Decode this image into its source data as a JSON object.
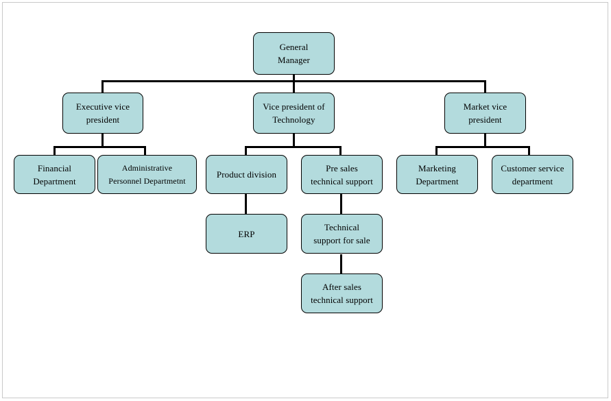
{
  "diagram": {
    "title": "Organizational structure chart",
    "box_fill_color": "#b3dbdd",
    "box_border_color": "#000000",
    "connector_color": "#000000",
    "background_color": "#ffffff",
    "levels": 5,
    "nodes": [
      {
        "id": "general-manager",
        "label": "General\nManager",
        "level": 1,
        "parent": null
      },
      {
        "id": "executive-vice-president",
        "label": "Executive vice\npresident",
        "level": 2,
        "parent": "general-manager"
      },
      {
        "id": "vice-president-of-technology",
        "label": "Vice president of\nTechnology",
        "level": 2,
        "parent": "general-manager"
      },
      {
        "id": "market-vice-president",
        "label": "Market vice\npresident",
        "level": 2,
        "parent": "general-manager"
      },
      {
        "id": "financial-department",
        "label": "Financial\nDepartment",
        "level": 3,
        "parent": "executive-vice-president"
      },
      {
        "id": "administrative-personnel-department",
        "label": "Administrative\nPersonnel Departmetnt",
        "level": 3,
        "parent": "executive-vice-president"
      },
      {
        "id": "product-division",
        "label": "Product division",
        "level": 3,
        "parent": "vice-president-of-technology"
      },
      {
        "id": "pre-sales-technical-support",
        "label": "Pre sales\ntechnical support",
        "level": 3,
        "parent": "vice-president-of-technology"
      },
      {
        "id": "marketing-department",
        "label": "Marketing\nDepartment",
        "level": 3,
        "parent": "market-vice-president"
      },
      {
        "id": "customer-service-department",
        "label": "Customer service\ndepartment",
        "level": 3,
        "parent": "market-vice-president"
      },
      {
        "id": "erp",
        "label": "ERP",
        "level": 4,
        "parent": "product-division"
      },
      {
        "id": "technical-support-for-sale",
        "label": "Technical\nsupport for sale",
        "level": 4,
        "parent": "pre-sales-technical-support"
      },
      {
        "id": "after-sales-technical-support",
        "label": "After sales\ntechnical support",
        "level": 5,
        "parent": "technical-support-for-sale"
      }
    ]
  }
}
